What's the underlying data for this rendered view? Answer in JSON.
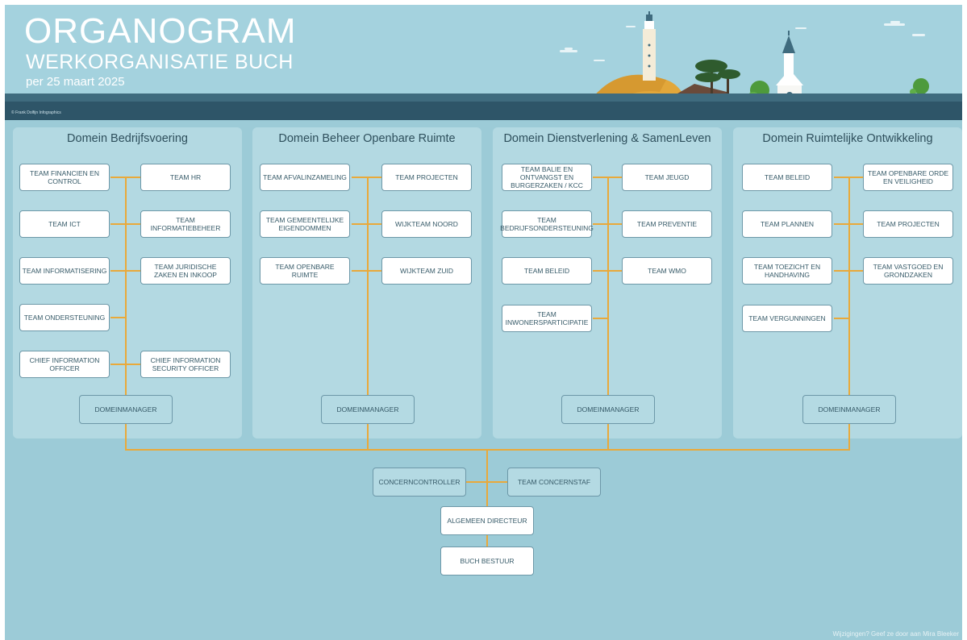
{
  "header": {
    "title": "ORGANOGRAM",
    "subtitle": "WERKORGANISATIE BUCH",
    "date": "per 25 maart 2025",
    "credit": "© Frank Dolfijn Infographics"
  },
  "footer": {
    "note": "Wijzigingen? Geef ze door aan Mira Bleeker"
  },
  "domains": [
    {
      "title": "Domein Bedrijfsvoering",
      "left_teams": [
        "TEAM FINANCIEN EN CONTROL",
        "TEAM ICT",
        "TEAM INFORMATISERING",
        "TEAM ONDERSTEUNING",
        "CHIEF INFORMATION OFFICER"
      ],
      "right_teams": [
        "TEAM HR",
        "TEAM INFORMATIEBEHEER",
        "TEAM JURIDISCHE ZAKEN EN INKOOP",
        "CHIEF INFORMATION SECURITY OFFICER"
      ],
      "manager": "DOMEINMANAGER"
    },
    {
      "title": "Domein Beheer Openbare Ruimte",
      "left_teams": [
        "TEAM AFVALINZAMELING",
        "TEAM GEMEENTELIJKE EIGENDOMMEN",
        "TEAM OPENBARE RUIMTE"
      ],
      "right_teams": [
        "TEAM PROJECTEN",
        "WIJKTEAM NOORD",
        "WIJKTEAM ZUID"
      ],
      "manager": "DOMEINMANAGER"
    },
    {
      "title": "Domein Dienstverlening & SamenLeven",
      "left_teams": [
        "TEAM BALIE EN ONTVANGST EN BURGERZAKEN / KCC",
        "TEAM BEDRIJFSONDERSTEUNING",
        "TEAM BELEID",
        "TEAM INWONERSPARTICIPATIE"
      ],
      "right_teams": [
        "TEAM JEUGD",
        "TEAM PREVENTIE",
        "TEAM WMO"
      ],
      "manager": "DOMEINMANAGER"
    },
    {
      "title": "Domein Ruimtelijke Ontwikkeling",
      "left_teams": [
        "TEAM BELEID",
        "TEAM PLANNEN",
        "TEAM TOEZICHT EN HANDHAVING",
        "TEAM VERGUNNINGEN"
      ],
      "right_teams": [
        "TEAM OPENBARE ORDE EN VEILIGHEID",
        "TEAM PROJECTEN",
        "TEAM VASTGOED EN GRONDZAKEN"
      ],
      "manager": "DOMEINMANAGER"
    }
  ],
  "central": {
    "concerncontroller": "CONCERNCONTROLLER",
    "concernstaf": "TEAM CONCERNSTAF",
    "director": "ALGEMEEN DIRECTEUR",
    "board": "BUCH BESTUUR"
  },
  "colors": {
    "background": "#9ccbd7",
    "panel": "#b3d9e2",
    "connector": "#e9a93a",
    "box_border": "#6d98a8",
    "text": "#365a68"
  }
}
